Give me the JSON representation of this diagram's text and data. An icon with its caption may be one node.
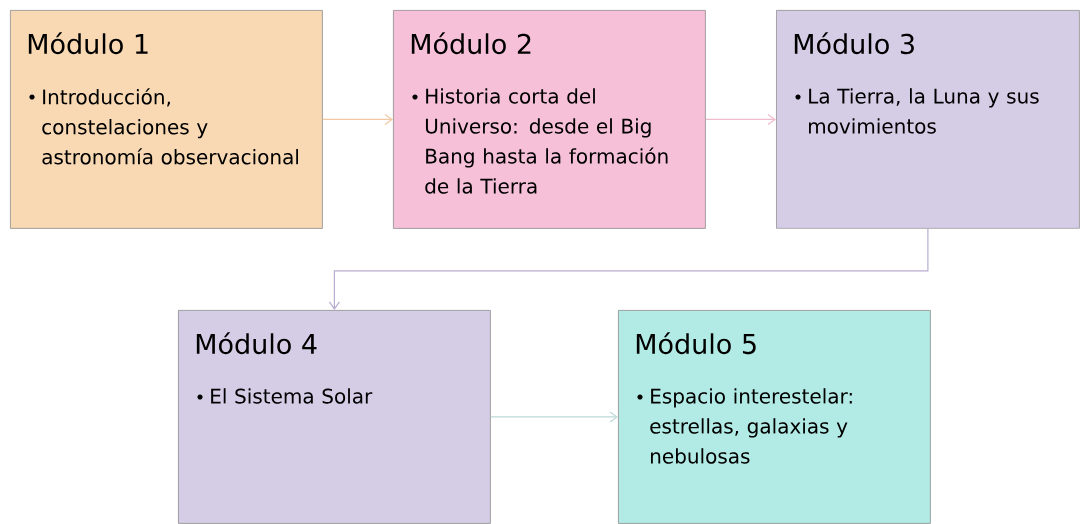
{
  "diagram": {
    "nodes": [
      {
        "text": [
          "Módulo 1",
          "Introducción, constelaciones y astronomía observacional"
        ]
      },
      {
        "text": [
          "Módulo 2",
          "Historia corta del Universo: desde el Big Bang hasta la formación de la Tierra"
        ]
      },
      {
        "text": [
          "Módulo 3",
          "La Tierra, la Luna y sus movimientos"
        ]
      },
      {
        "text": [
          "Módulo 4",
          "El Sistema Solar"
        ]
      },
      {
        "text": [
          "Módulo 5",
          "Espacio interestelar: estrellas, galaxias y nebulosas"
        ]
      }
    ],
    "edges": [
      {
        "from": 0,
        "to": 1,
        "arrow": "to",
        "color": "#f2c8a2"
      },
      {
        "from": 1,
        "to": 2,
        "arrow": "to",
        "color": "#f0bccb"
      },
      {
        "from": 2,
        "to": 3,
        "arrow": "to",
        "color": "#b8accf"
      },
      {
        "from": 3,
        "to": 4,
        "arrow": "to",
        "color": "#bcd9d8"
      }
    ]
  }
}
